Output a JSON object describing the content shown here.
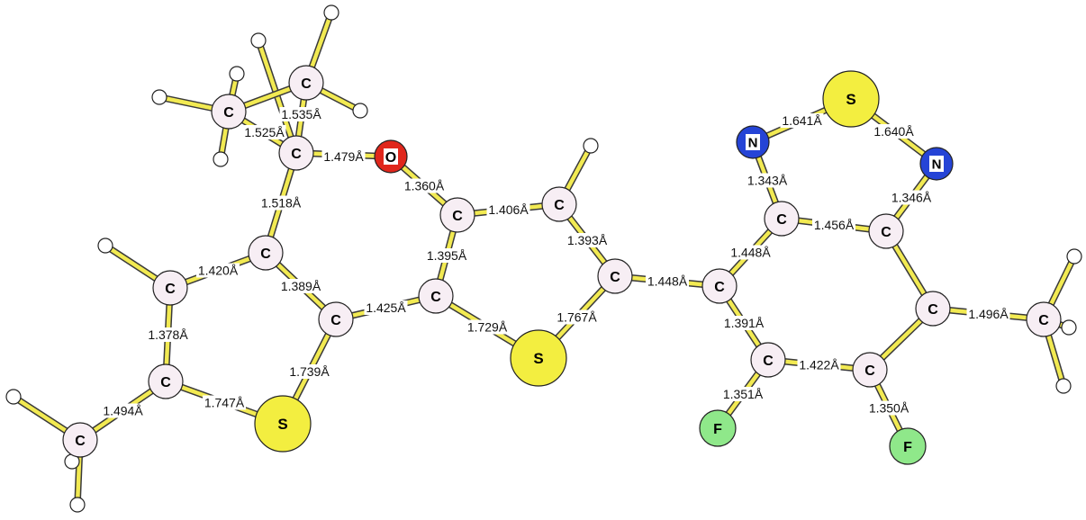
{
  "atoms": [
    {
      "id": "C1",
      "el": "C"
    },
    {
      "id": "C2",
      "el": "C"
    },
    {
      "id": "C3",
      "el": "C"
    },
    {
      "id": "O1",
      "el": "O"
    },
    {
      "id": "C4",
      "el": "C"
    },
    {
      "id": "C5",
      "el": "C"
    },
    {
      "id": "C6",
      "el": "C"
    },
    {
      "id": "C7",
      "el": "C"
    },
    {
      "id": "C8",
      "el": "C"
    },
    {
      "id": "C9",
      "el": "C"
    },
    {
      "id": "S1",
      "el": "S"
    },
    {
      "id": "C10",
      "el": "C"
    },
    {
      "id": "C11",
      "el": "C"
    },
    {
      "id": "C12",
      "el": "C"
    },
    {
      "id": "C13",
      "el": "C"
    },
    {
      "id": "S2",
      "el": "S"
    },
    {
      "id": "C14",
      "el": "C"
    },
    {
      "id": "C15",
      "el": "C"
    },
    {
      "id": "C16",
      "el": "C"
    },
    {
      "id": "C17",
      "el": "C"
    },
    {
      "id": "C18",
      "el": "C"
    },
    {
      "id": "N1",
      "el": "N"
    },
    {
      "id": "S3",
      "el": "S"
    },
    {
      "id": "N2",
      "el": "N"
    },
    {
      "id": "C19",
      "el": "C"
    },
    {
      "id": "C20",
      "el": "C"
    },
    {
      "id": "C21",
      "el": "C"
    },
    {
      "id": "C22",
      "el": "C"
    },
    {
      "id": "F1",
      "el": "F"
    },
    {
      "id": "F2",
      "el": "F"
    }
  ],
  "bonds": [
    {
      "a": "C1",
      "b": "C3",
      "label": "1.525Å"
    },
    {
      "a": "C2",
      "b": "C3",
      "label": "1.535Å"
    },
    {
      "a": "C1",
      "b": "C2",
      "label": ""
    },
    {
      "a": "C3",
      "b": "O1",
      "label": "1.479Å"
    },
    {
      "a": "C3",
      "b": "C4",
      "label": "1.518Å"
    },
    {
      "a": "C4",
      "b": "C5",
      "label": "1.420Å"
    },
    {
      "a": "C4",
      "b": "C7",
      "label": "1.389Å"
    },
    {
      "a": "C5",
      "b": "C6",
      "label": "1.378Å"
    },
    {
      "a": "C6",
      "b": "C8",
      "label": "1.494Å"
    },
    {
      "a": "C6",
      "b": "S1",
      "label": "1.747Å"
    },
    {
      "a": "C7",
      "b": "S1",
      "label": "1.739Å"
    },
    {
      "a": "C7",
      "b": "C9",
      "label": "1.425Å"
    },
    {
      "a": "O1",
      "b": "C10",
      "label": "1.360Å"
    },
    {
      "a": "C10",
      "b": "C9",
      "label": "1.395Å"
    },
    {
      "a": "C10",
      "b": "C11",
      "label": "1.406Å"
    },
    {
      "a": "C11",
      "b": "C12",
      "label": "1.393Å"
    },
    {
      "a": "C9",
      "b": "S2",
      "label": "1.729Å"
    },
    {
      "a": "C12",
      "b": "S2",
      "label": "1.767Å"
    },
    {
      "a": "C12",
      "b": "C13",
      "label": "1.448Å"
    },
    {
      "a": "C13",
      "b": "C14",
      "label": "1.448Å"
    },
    {
      "a": "C13",
      "b": "C15",
      "label": "1.391Å"
    },
    {
      "a": "C14",
      "b": "C17",
      "label": "1.456Å"
    },
    {
      "a": "C14",
      "b": "N1",
      "label": "1.343Å"
    },
    {
      "a": "N1",
      "b": "S3",
      "label": "1.641Å"
    },
    {
      "a": "S3",
      "b": "N2",
      "label": "1.640Å"
    },
    {
      "a": "N2",
      "b": "C17",
      "label": "1.346Å"
    },
    {
      "a": "C17",
      "b": "C18",
      "label": ""
    },
    {
      "a": "C18",
      "b": "C19",
      "label": "1.496Å"
    },
    {
      "a": "C18",
      "b": "C16",
      "label": ""
    },
    {
      "a": "C15",
      "b": "C16",
      "label": "1.422Å"
    },
    {
      "a": "C15",
      "b": "F1",
      "label": "1.351Å"
    },
    {
      "a": "C16",
      "b": "F2",
      "label": "1.350Å"
    }
  ]
}
